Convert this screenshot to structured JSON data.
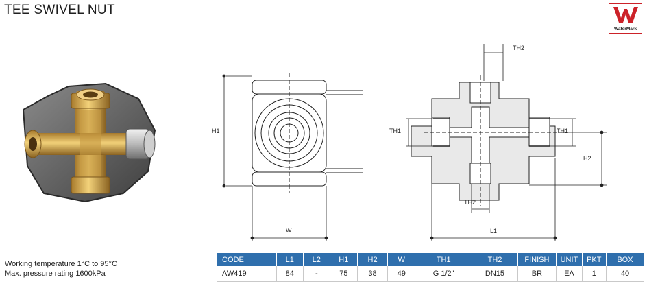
{
  "title": "TEE SWIVEL NUT",
  "logo": {
    "label": "WaterMark",
    "color": "#cc2229"
  },
  "drawing": {
    "front": {
      "h1": "H1",
      "w": "W"
    },
    "section": {
      "th2_top": "TH2",
      "th1_left": "TH1",
      "th1_right": "TH1",
      "h2": "H2",
      "th2_bottom": "TH2",
      "l1": "L1"
    }
  },
  "notes": {
    "temperature": "Working temperature 1°C to 95°C",
    "pressure": "Max. pressure rating 1600kPa"
  },
  "table": {
    "header_color": "#2f6fad",
    "headers": [
      "CODE",
      "L1",
      "L2",
      "H1",
      "H2",
      "W",
      "TH1",
      "TH2",
      "FINISH",
      "UNIT",
      "PKT",
      "BOX"
    ],
    "rows": [
      [
        "AW419",
        "84",
        "-",
        "75",
        "38",
        "49",
        "G 1/2\"",
        "DN15",
        "BR",
        "EA",
        "1",
        "40"
      ]
    ]
  }
}
